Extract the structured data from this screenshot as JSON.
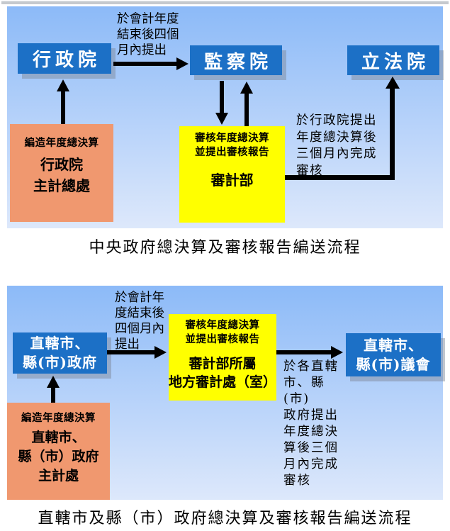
{
  "colors": {
    "panel_gradient_top": "#8cbaf8",
    "panel_gradient_bottom": "#dde8fb",
    "node_blue": "#1c70c6",
    "node_orange": "#f0986f",
    "node_yellow": "#ffff00",
    "arrow": "#000000"
  },
  "diagram1": {
    "caption": "中央政府總決算及審核報告編送流程",
    "executive_yuan": "行政院",
    "control_yuan": "監察院",
    "legislative_yuan": "立法院",
    "audit_department": {
      "duty": "審核年度總決算\n並提出審核報告",
      "name": "審計部"
    },
    "budget_office": {
      "duty": "編造年度總決算",
      "name": "行政院\n主計總處"
    },
    "label_submit": "於會計年度\n結束後四個\n月內提出",
    "label_review": "於行政院提出\n年度總決算後\n三個月內完成\n審核"
  },
  "diagram2": {
    "caption": "直轄市及縣（市）政府總決算及審核報告編送流程",
    "local_government": "直轄市、\n縣(市)政府",
    "local_council": "直轄市、\n縣(市)議會",
    "audit_office": {
      "duty": "審核年度總決算\n並提出審核報告",
      "name": "審計部所屬\n地方審計處（室）"
    },
    "budget_office": {
      "duty": "編造年度總決算",
      "name": "直轄市、\n縣（市）政府\n主計處"
    },
    "label_submit": "於會計年\n度結束後\n四個月內\n提出",
    "label_review": "於各直轄\n市、縣(市)\n政府提出\n年度總決\n算後三個\n月內完成\n審核"
  }
}
